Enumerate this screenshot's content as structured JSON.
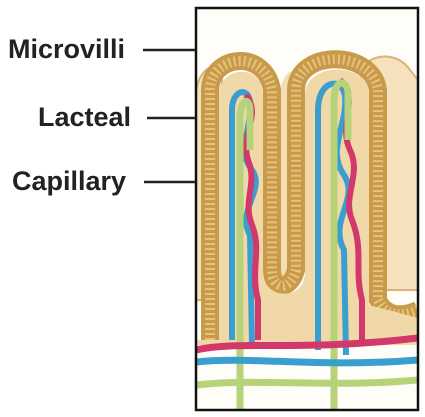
{
  "labels": {
    "microvilli": "Microvilli",
    "lacteal": "Lacteal",
    "capillary": "Capillary"
  },
  "colors": {
    "tissue_fill": "#f0d8a8",
    "tissue_shade": "#e7c48a",
    "epithelium": "#c89a4c",
    "artery": "#d2386a",
    "vein": "#3a9fcf",
    "lacteal": "#b6d37a",
    "frame": "#111111",
    "background": "#fffdf7"
  }
}
